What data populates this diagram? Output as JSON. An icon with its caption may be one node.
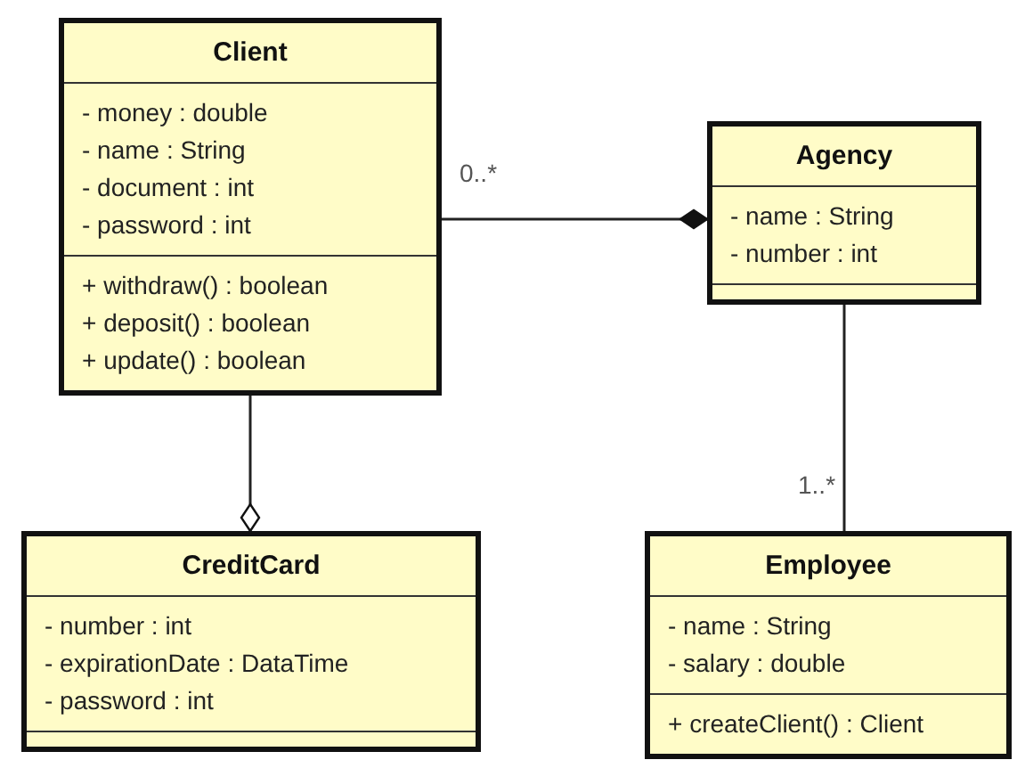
{
  "diagram": {
    "nodes": [
      {
        "text": [
          "Client"
        ]
      },
      {
        "text": [
          "- money : double",
          "- name : String",
          "- document : int",
          "- password : int"
        ],
        "in": 0
      },
      {
        "text": [
          "+ withdraw() : boolean",
          "+ deposit() : boolean",
          "+ update() : boolean"
        ],
        "in": 0
      },
      {
        "text": [
          "Agency"
        ]
      },
      {
        "text": [
          "- name : String",
          "- number : int"
        ],
        "in": 3
      },
      {
        "text": [],
        "shape": "box",
        "in": 3
      },
      {
        "text": [
          "CreditCard"
        ]
      },
      {
        "text": [
          "- number : int",
          "- expirationDate : DataTime",
          "- password : int"
        ],
        "in": 6
      },
      {
        "text": [],
        "shape": "box",
        "in": 6
      },
      {
        "text": [
          "Employee"
        ]
      },
      {
        "text": [
          "- name : String",
          "- salary : double"
        ],
        "in": 9
      },
      {
        "text": [
          "+ createClient() : Client"
        ],
        "in": 9
      }
    ],
    "edges": [
      {
        "from": 0,
        "to": 3,
        "arrow": "other",
        "label": "0..*"
      },
      {
        "from": 0,
        "to": 6,
        "arrow": "other"
      },
      {
        "from": 3,
        "to": 9,
        "arrow": "none",
        "label": "1..*"
      }
    ]
  }
}
